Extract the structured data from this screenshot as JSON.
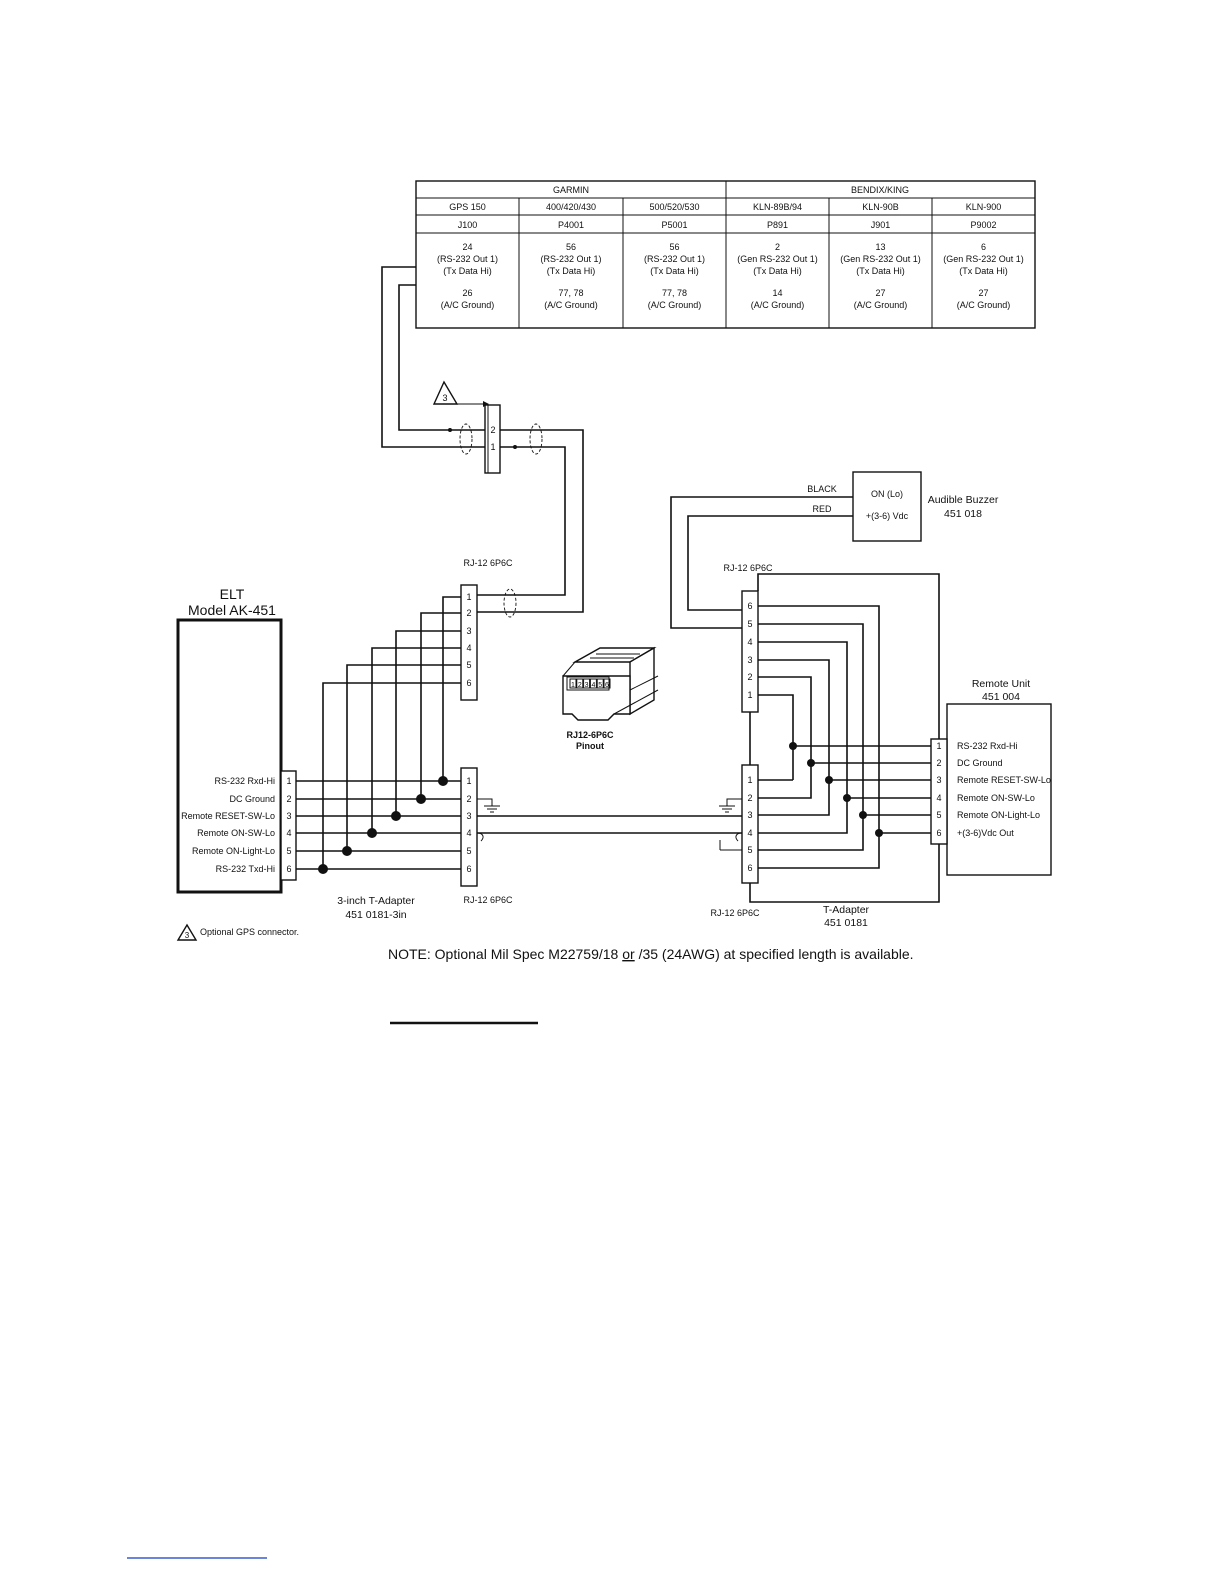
{
  "table": {
    "groups": [
      "GARMIN",
      "BENDIX/KING"
    ],
    "columns": [
      {
        "model": "GPS 150",
        "connector": "J100",
        "tx_pin": "24",
        "tx_desc1": "(RS-232 Out 1)",
        "tx_desc2": "(Tx Data Hi)",
        "gnd_pin": "26",
        "gnd_desc": "(A/C Ground)"
      },
      {
        "model": "400/420/430",
        "connector": "P4001",
        "tx_pin": "56",
        "tx_desc1": "(RS-232 Out 1)",
        "tx_desc2": "(Tx Data Hi)",
        "gnd_pin": "77, 78",
        "gnd_desc": "(A/C Ground)"
      },
      {
        "model": "500/520/530",
        "connector": "P5001",
        "tx_pin": "56",
        "tx_desc1": "(RS-232 Out 1)",
        "tx_desc2": "(Tx Data Hi)",
        "gnd_pin": "77, 78",
        "gnd_desc": "(A/C Ground)"
      },
      {
        "model": "KLN-89B/94",
        "connector": "P891",
        "tx_pin": "2",
        "tx_desc1": "(Gen RS-232 Out 1)",
        "tx_desc2": "(Tx Data Hi)",
        "gnd_pin": "14",
        "gnd_desc": "(A/C Ground)"
      },
      {
        "model": "KLN-90B",
        "connector": "J901",
        "tx_pin": "13",
        "tx_desc1": "(Gen RS-232 Out 1)",
        "tx_desc2": "(Tx Data Hi)",
        "gnd_pin": "27",
        "gnd_desc": "(A/C Ground)"
      },
      {
        "model": "KLN-900",
        "connector": "P9002",
        "tx_pin": "6",
        "tx_desc1": "(Gen RS-232 Out 1)",
        "tx_desc2": "(Tx Data Hi)",
        "gnd_pin": "27",
        "gnd_desc": "(A/C Ground)"
      }
    ]
  },
  "gps_connector": {
    "note_number": "3",
    "pins": [
      "2",
      "1"
    ]
  },
  "elt": {
    "title_line1": "ELT",
    "title_line2": "Model AK-451",
    "pin_labels": [
      "RS-232 Rxd-Hi",
      "DC Ground",
      "Remote RESET-SW-Lo",
      "Remote ON-SW-Lo",
      "Remote ON-Light-Lo",
      "RS-232 Txd-Hi"
    ],
    "pin_numbers": [
      "1",
      "2",
      "3",
      "4",
      "5",
      "6"
    ]
  },
  "left_rj12_top": {
    "label": "RJ-12 6P6C",
    "pins": [
      "1",
      "2",
      "3",
      "4",
      "5",
      "6"
    ]
  },
  "left_rj12_bottom": {
    "label": "RJ-12 6P6C",
    "pins": [
      "1",
      "2",
      "3",
      "4",
      "5",
      "6"
    ]
  },
  "t_adapter_3in": {
    "line1": "3-inch T-Adapter",
    "line2": "451 0181-3in"
  },
  "pinout": {
    "pins": [
      "1",
      "2",
      "3",
      "4",
      "5",
      "6"
    ],
    "line1": "RJ12-6P6C",
    "line2": "Pinout"
  },
  "buzzer": {
    "line1": "ON (Lo)",
    "line2": "+(3-6) Vdc",
    "title_line1": "Audible Buzzer",
    "title_line2": "451 018",
    "wire_black": "BLACK",
    "wire_red": "RED"
  },
  "right_rj12_top": {
    "label": "RJ-12 6P6C",
    "pins": [
      "6",
      "5",
      "4",
      "3",
      "2",
      "1"
    ]
  },
  "right_rj12_bottom": {
    "label": "RJ-12 6P6C",
    "pins": [
      "1",
      "2",
      "3",
      "4",
      "5",
      "6"
    ]
  },
  "t_adapter": {
    "line1": "T-Adapter",
    "line2": "451 0181"
  },
  "remote_unit": {
    "title_line1": "Remote Unit",
    "title_line2": "451 004",
    "pin_numbers": [
      "1",
      "2",
      "3",
      "4",
      "5",
      "6"
    ],
    "pin_labels": [
      "RS-232 Rxd-Hi",
      "DC Ground",
      "Remote RESET-SW-Lo",
      "Remote ON-SW-Lo",
      "Remote ON-Light-Lo",
      "+(3-6)Vdc Out"
    ]
  },
  "footnote": {
    "number": "3",
    "text": "Optional GPS connector."
  },
  "note": {
    "prefix": "NOTE: Optional Mil Spec M22759/18 ",
    "underlined": "or",
    "suffix": " /35 (24AWG) at specified length is available."
  }
}
